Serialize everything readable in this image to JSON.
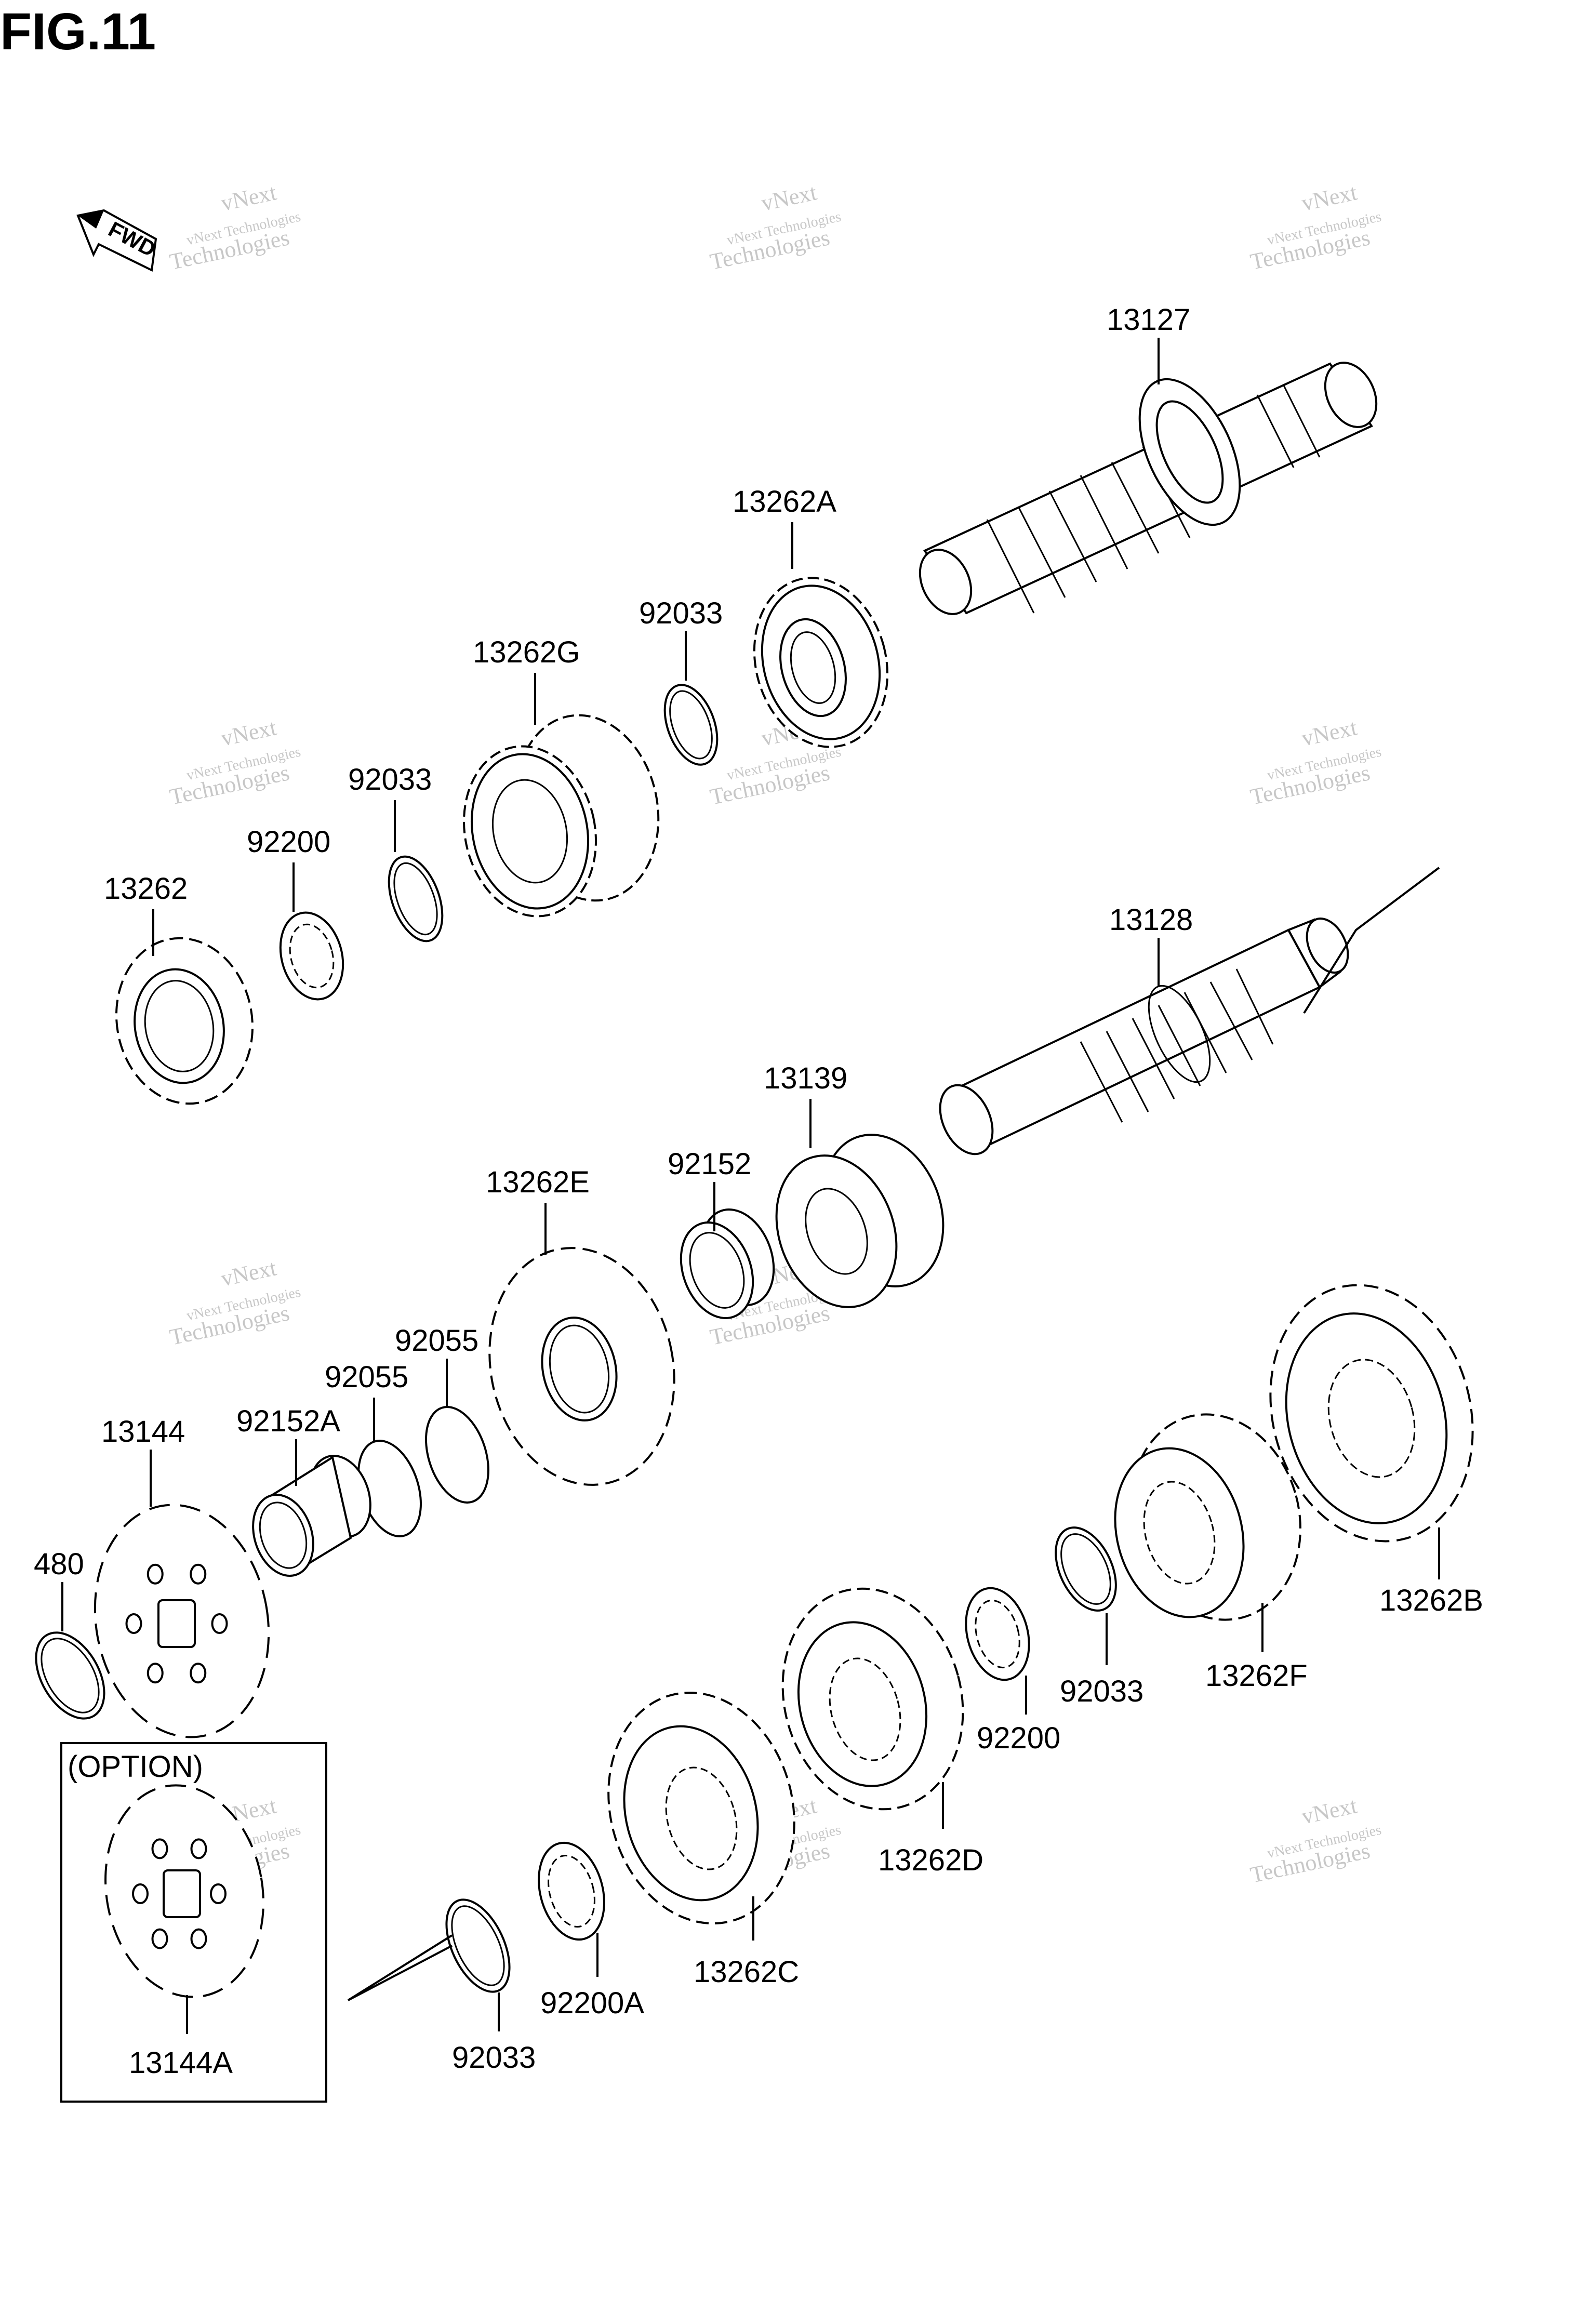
{
  "figure_title": "FIG.11",
  "fwd_arrow_label": "FWD",
  "watermark": {
    "line1": "vNext",
    "line2": "vNext Technologies",
    "line3": "Technologies"
  },
  "option_box_label": "(OPTION)",
  "parts": {
    "p13127": "13127",
    "p13262A": "13262A",
    "p92033_a": "92033",
    "p13262G": "13262G",
    "p92033_b": "92033",
    "p92200_a": "92200",
    "p13262": "13262",
    "p13128": "13128",
    "p13139": "13139",
    "p92152": "92152",
    "p13262E": "13262E",
    "p92055_a": "92055",
    "p92055_b": "92055",
    "p13144": "13144",
    "p92152A": "92152A",
    "p480": "480",
    "p13262B": "13262B",
    "p13262F": "13262F",
    "p92033_c": "92033",
    "p92200_b": "92200",
    "p13262D": "13262D",
    "p13262C": "13262C",
    "p92200A": "92200A",
    "p92033_d": "92033",
    "p13144A": "13144A"
  }
}
